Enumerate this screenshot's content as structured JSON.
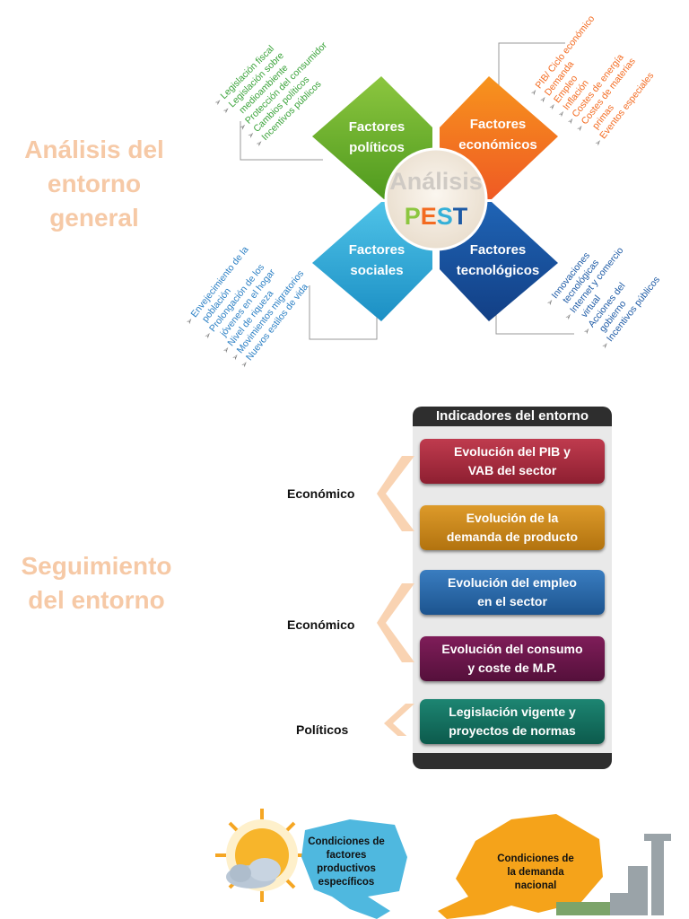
{
  "section1": {
    "title_lines": [
      "Análisis del",
      "entorno",
      "general"
    ],
    "center": {
      "word": "Análisis",
      "pest_letters": [
        "P",
        "E",
        "S",
        "T"
      ]
    },
    "quadrants": {
      "politicos": {
        "lines": [
          "Factores",
          "políticos"
        ],
        "color": "#6aad2c",
        "items": [
          "Legislación fiscal",
          "Legislación sobre",
          "medioambiente",
          "Protección del consumidor",
          "Cambios políticos",
          "Incentivos públicos"
        ]
      },
      "economicos": {
        "lines": [
          "Factores",
          "económicos"
        ],
        "color": "#f36b21",
        "items": [
          "PIB/ Ciclo económico",
          "Demanda",
          "Empleo",
          "Inflación",
          "Costes de energía",
          "Costes de materias",
          "primas",
          "Eventos especiales"
        ]
      },
      "sociales": {
        "lines": [
          "Factores",
          "sociales"
        ],
        "color": "#35b0d8",
        "items": [
          "Envejecimiento de la",
          "población",
          "Prolongación de los",
          "jóvenes en el hogar",
          "Nivel de riqueza",
          "Movimientos migratorios",
          "Nuevos estilos de vida"
        ]
      },
      "tecnologicos": {
        "lines": [
          "Factores",
          "tecnológicos"
        ],
        "color": "#1d5aa5",
        "items": [
          "Innovaciones",
          "tecnológicas",
          "Internet y comercio",
          "virtual",
          "Acciones del",
          "gobierno",
          "Incentivos públicos"
        ]
      }
    }
  },
  "section2": {
    "title_lines": [
      "Seguimiento",
      "del entorno"
    ],
    "header": "Indicadores del entorno",
    "groups": [
      {
        "label": "Económico"
      },
      {
        "label": "Económico"
      },
      {
        "label": "Políticos"
      }
    ],
    "indicators": [
      {
        "lines": [
          "Evolución del PIB y",
          "VAB del sector"
        ],
        "color": "#a82a3c"
      },
      {
        "lines": [
          "Evolución de la",
          "demanda de producto"
        ],
        "color": "#c8871a"
      },
      {
        "lines": [
          "Evolución del empleo",
          "en el sector"
        ],
        "color": "#2566a6"
      },
      {
        "lines": [
          "Evolución del consumo",
          "y coste de M.P."
        ],
        "color": "#6a1449"
      },
      {
        "lines": [
          "Legislación vigente y",
          "proyectos de normas"
        ],
        "color": "#11705f"
      }
    ]
  },
  "section3": {
    "blue_box": [
      "Condiciones de",
      "factores",
      "productivos",
      "específicos"
    ],
    "orange_box": [
      "Condiciones de",
      "la demanda",
      "nacional"
    ]
  }
}
